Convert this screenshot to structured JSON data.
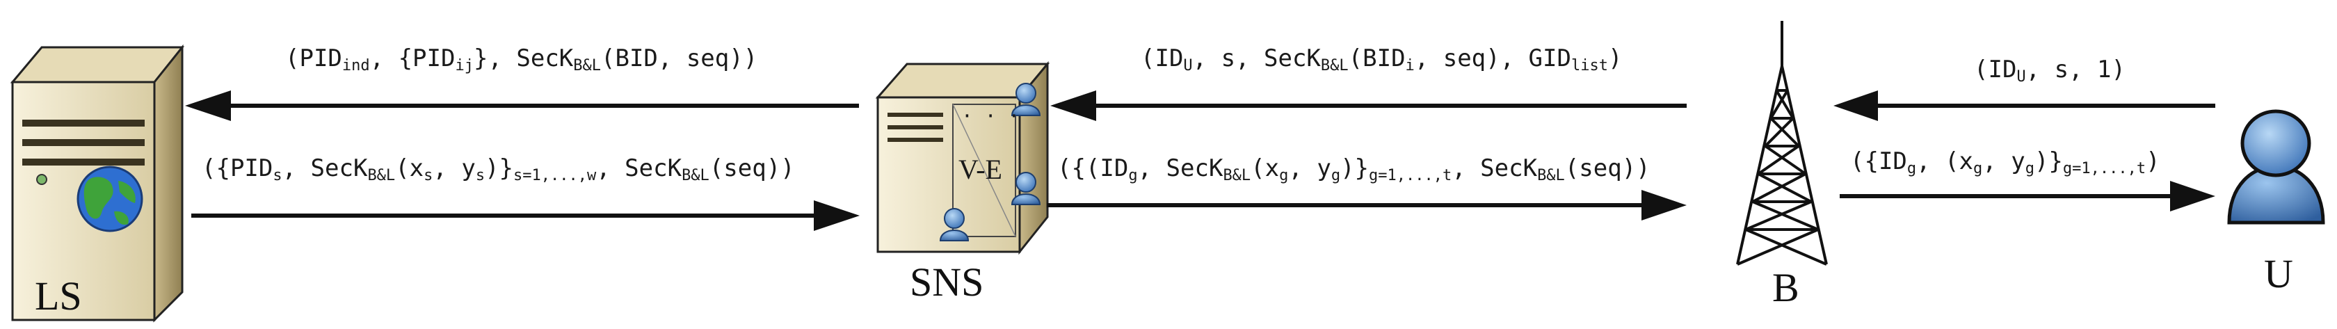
{
  "nodes": {
    "ls": "LS",
    "sns": "SNS",
    "b": "B",
    "u": "U",
    "ve_label": "V-E",
    "dots": "· · ·"
  },
  "messages": {
    "m1": {
      "open": "(PID",
      "sub1": "ind",
      "mid1": ", {PID",
      "sub2": "ij",
      "mid2": "}, SecK",
      "ksub": "B&L",
      "close": "(BID, seq))"
    },
    "m2": {
      "open": "({PID",
      "sub1": "s",
      "mid1": ", SecK",
      "ksub1": "B&L",
      "mid2": "(x",
      "sub2": "s",
      "mid3": ", y",
      "sub3": "s",
      "mid4": ")}",
      "range": "s=1,...,w",
      "mid5": ", SecK",
      "ksub2": "B&L",
      "close": "(seq))"
    },
    "m3": {
      "open": "(ID",
      "sub1": "U",
      "mid1": ", s, SecK",
      "ksub": "B&L",
      "mid2": "(BID",
      "sub2": "i",
      "mid3": ", seq), GID",
      "sub3": "list",
      "close": ")"
    },
    "m4": {
      "open": "({(ID",
      "sub1": "g",
      "mid1": ", SecK",
      "ksub1": "B&L",
      "mid2": "(x",
      "sub2": "g",
      "mid3": ", y",
      "sub3": "g",
      "mid4": ")}",
      "range": "g=1,...,t",
      "mid5": ", SecK",
      "ksub2": "B&L",
      "close": "(seq))"
    },
    "m5": {
      "open": "(ID",
      "sub1": "U",
      "close": ", s, 1)"
    },
    "m6": {
      "open": "({ID",
      "sub1": "g",
      "mid1": ", (x",
      "sub2": "g",
      "mid2": ", y",
      "sub3": "g",
      "mid3": ")}",
      "range": "g=1,...,t",
      "close": ")"
    }
  },
  "colors": {
    "server_body": "#efe6c8",
    "server_shadow": "#b9a877",
    "arrow": "#111111",
    "user_blue": "#4f86c6",
    "globe_blue": "#2e6fd1",
    "globe_green": "#3fa33a"
  }
}
